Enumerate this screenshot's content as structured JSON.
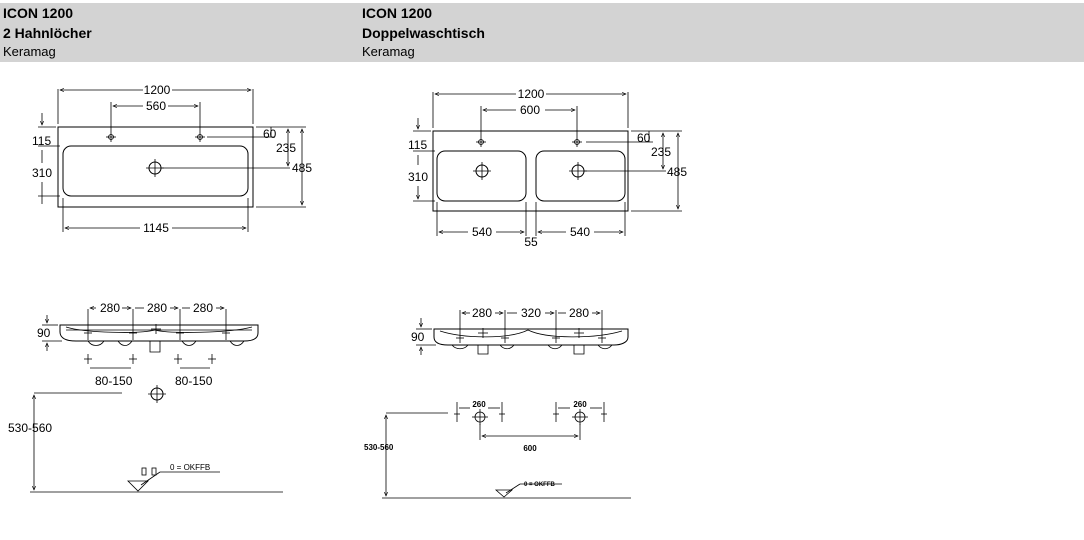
{
  "left": {
    "title": "ICON 1200",
    "subtitle": "2 Hahnlöcher",
    "brand": "Keramag",
    "top_view": {
      "overall_width": "1200",
      "hole_spacing": "560",
      "inner_width": "1145",
      "back_edge": "115",
      "basin_depth": "310",
      "hole_offset": "60",
      "hole_to_drain": "235",
      "overall_depth": "485"
    },
    "side_view": {
      "spacing_1": "280",
      "spacing_2": "280",
      "spacing_3": "280",
      "height": "90",
      "range_left": "80-150",
      "range_right": "80-150"
    },
    "install": {
      "height_range": "530-560",
      "floor_label": "0 = OKFFB"
    }
  },
  "right": {
    "title": "ICON 1200",
    "subtitle": "Doppelwaschtisch",
    "brand": "Keramag",
    "top_view": {
      "overall_width": "1200",
      "hole_spacing": "600",
      "back_edge": "115",
      "basin_depth": "310",
      "hole_offset": "60",
      "hole_to_drain": "235",
      "overall_depth": "485",
      "basin_width_left": "540",
      "gap": "55",
      "basin_width_right": "540"
    },
    "side_view": {
      "spacing_1": "280",
      "spacing_2": "320",
      "spacing_3": "280",
      "height": "90"
    },
    "install": {
      "height_range": "530-560",
      "spacing_left": "260",
      "spacing_right": "260",
      "center_distance": "600",
      "floor_label": "0 = OKFFB"
    }
  }
}
